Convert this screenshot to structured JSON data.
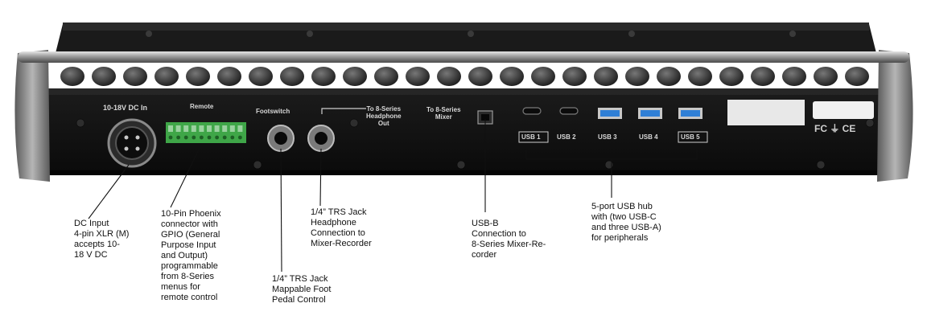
{
  "panel": {
    "dc_label": "10-18V DC In",
    "remote_label": "Remote",
    "footswitch_label": "Footswitch",
    "headphone_label": "To 8-Series\nHeadphone\nOut",
    "mixer_label": "To 8-Series\nMixer",
    "usb_ports": [
      "USB 1",
      "USB 2",
      "USB 3",
      "USB 4",
      "USB 5"
    ],
    "cert_marks": "FC ⏚ CE"
  },
  "callouts": {
    "dc_input": "DC Input\n4-pin XLR (M)\naccepts 10-\n18 V DC",
    "phoenix": "10-Pin Phoenix\nconnector with\nGPIO (General\nPurpose Input\nand Output)\nprogrammable\nfrom 8-Series\nmenus for\nremote control",
    "foot_pedal": "1/4” TRS Jack\nMappable Foot\nPedal Control",
    "headphone": "1/4” TRS Jack\nHeadphone\nConnection to\nMixer-Recorder",
    "usb_b": "USB-B\nConnection to\n8-Series Mixer-Re-\ncorder",
    "usb_hub": "5-port USB hub\nwith (two USB-C\nand three USB-A)\nfor peripherals"
  },
  "colors": {
    "chassis": "#141414",
    "rail": "#b8b8b8",
    "phoenix_green": "#3fa648",
    "usb_a_blue": "#2f7fd6",
    "leader": "#111111"
  }
}
